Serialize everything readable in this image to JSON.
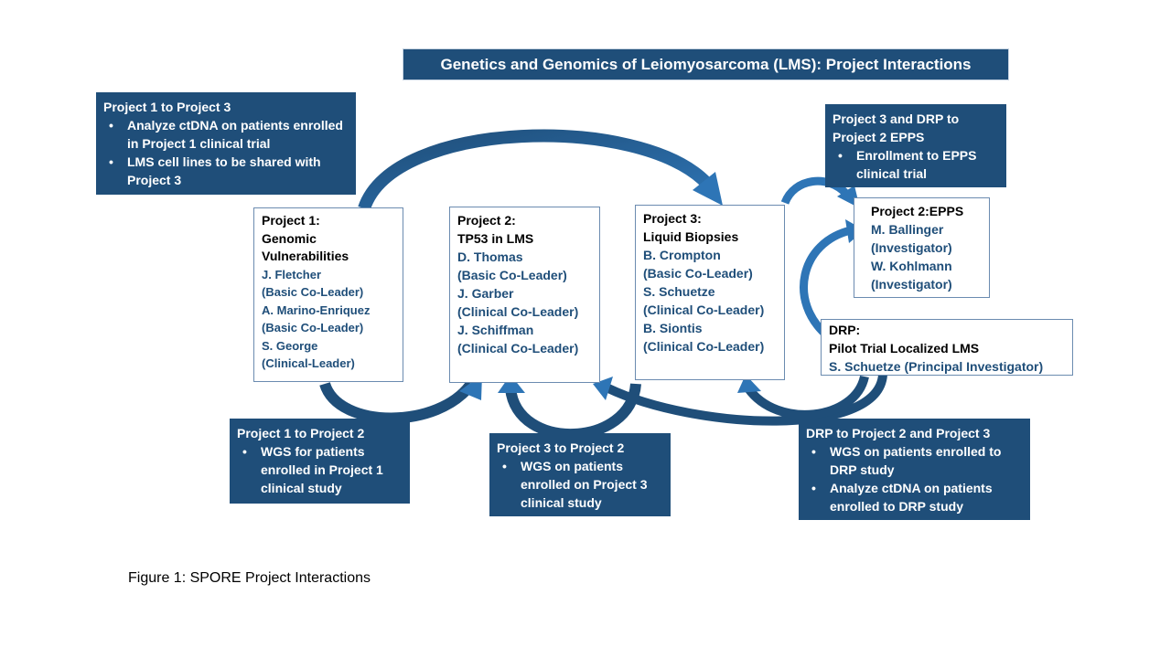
{
  "title": "Genetics and Genomics of Leiomyosarcoma (LMS):  Project Interactions",
  "colors": {
    "dark_box": "#1f4e79",
    "arrow": "#2e75b6",
    "person_text": "#1f4e79"
  },
  "projects": {
    "p1": {
      "title_lines": [
        "Project 1:",
        "Genomic",
        "Vulnerabilities"
      ],
      "people": [
        "J. Fletcher",
        "(Basic Co-Leader)",
        "A. Marino-Enriquez",
        "(Basic Co-Leader)",
        "S. George",
        "(Clinical-Leader)"
      ]
    },
    "p2": {
      "title_lines": [
        "Project 2:",
        "TP53 in LMS"
      ],
      "people": [
        "D. Thomas",
        "(Basic Co-Leader)",
        "J. Garber",
        "(Clinical Co-Leader)",
        "J. Schiffman",
        "(Clinical Co-Leader)"
      ]
    },
    "p3": {
      "title_lines": [
        "Project 3:",
        "Liquid Biopsies"
      ],
      "people": [
        "B. Crompton",
        "(Basic Co-Leader)",
        "S. Schuetze",
        "(Clinical Co-Leader)",
        "B. Siontis",
        "(Clinical Co-Leader)"
      ]
    },
    "epps": {
      "title_lines": [
        "Project 2:EPPS"
      ],
      "people": [
        "M. Ballinger",
        "(Investigator)",
        "W. Kohlmann",
        "(Investigator)"
      ]
    },
    "drp": {
      "title_lines": [
        "DRP:",
        "Pilot Trial Localized LMS"
      ],
      "people": [
        "S. Schuetze (Principal Investigator)"
      ]
    }
  },
  "interactions": {
    "p1_p3": {
      "header": "Project 1 to Project 3",
      "bullets": [
        "Analyze ctDNA on patients enrolled in Project 1 clinical trial",
        "LMS cell lines to be shared with Project 3"
      ]
    },
    "p3drp_epps": {
      "header": "Project  3 and DRP to Project 2 EPPS",
      "bullets": [
        "Enrollment to EPPS clinical trial"
      ]
    },
    "p1_p2": {
      "header": "Project 1 to Project 2",
      "bullets": [
        "WGS for patients enrolled in Project 1 clinical study"
      ]
    },
    "p3_p2": {
      "header": "Project 3 to Project 2",
      "bullets": [
        "WGS on patients enrolled on Project 3 clinical study"
      ]
    },
    "drp_p2p3": {
      "header": "DRP to Project 2 and Project 3",
      "bullets": [
        "WGS on patients enrolled to DRP study",
        "Analyze ctDNA on patients enrolled to DRP study"
      ]
    }
  },
  "caption": "Figure 1: SPORE Project Interactions"
}
